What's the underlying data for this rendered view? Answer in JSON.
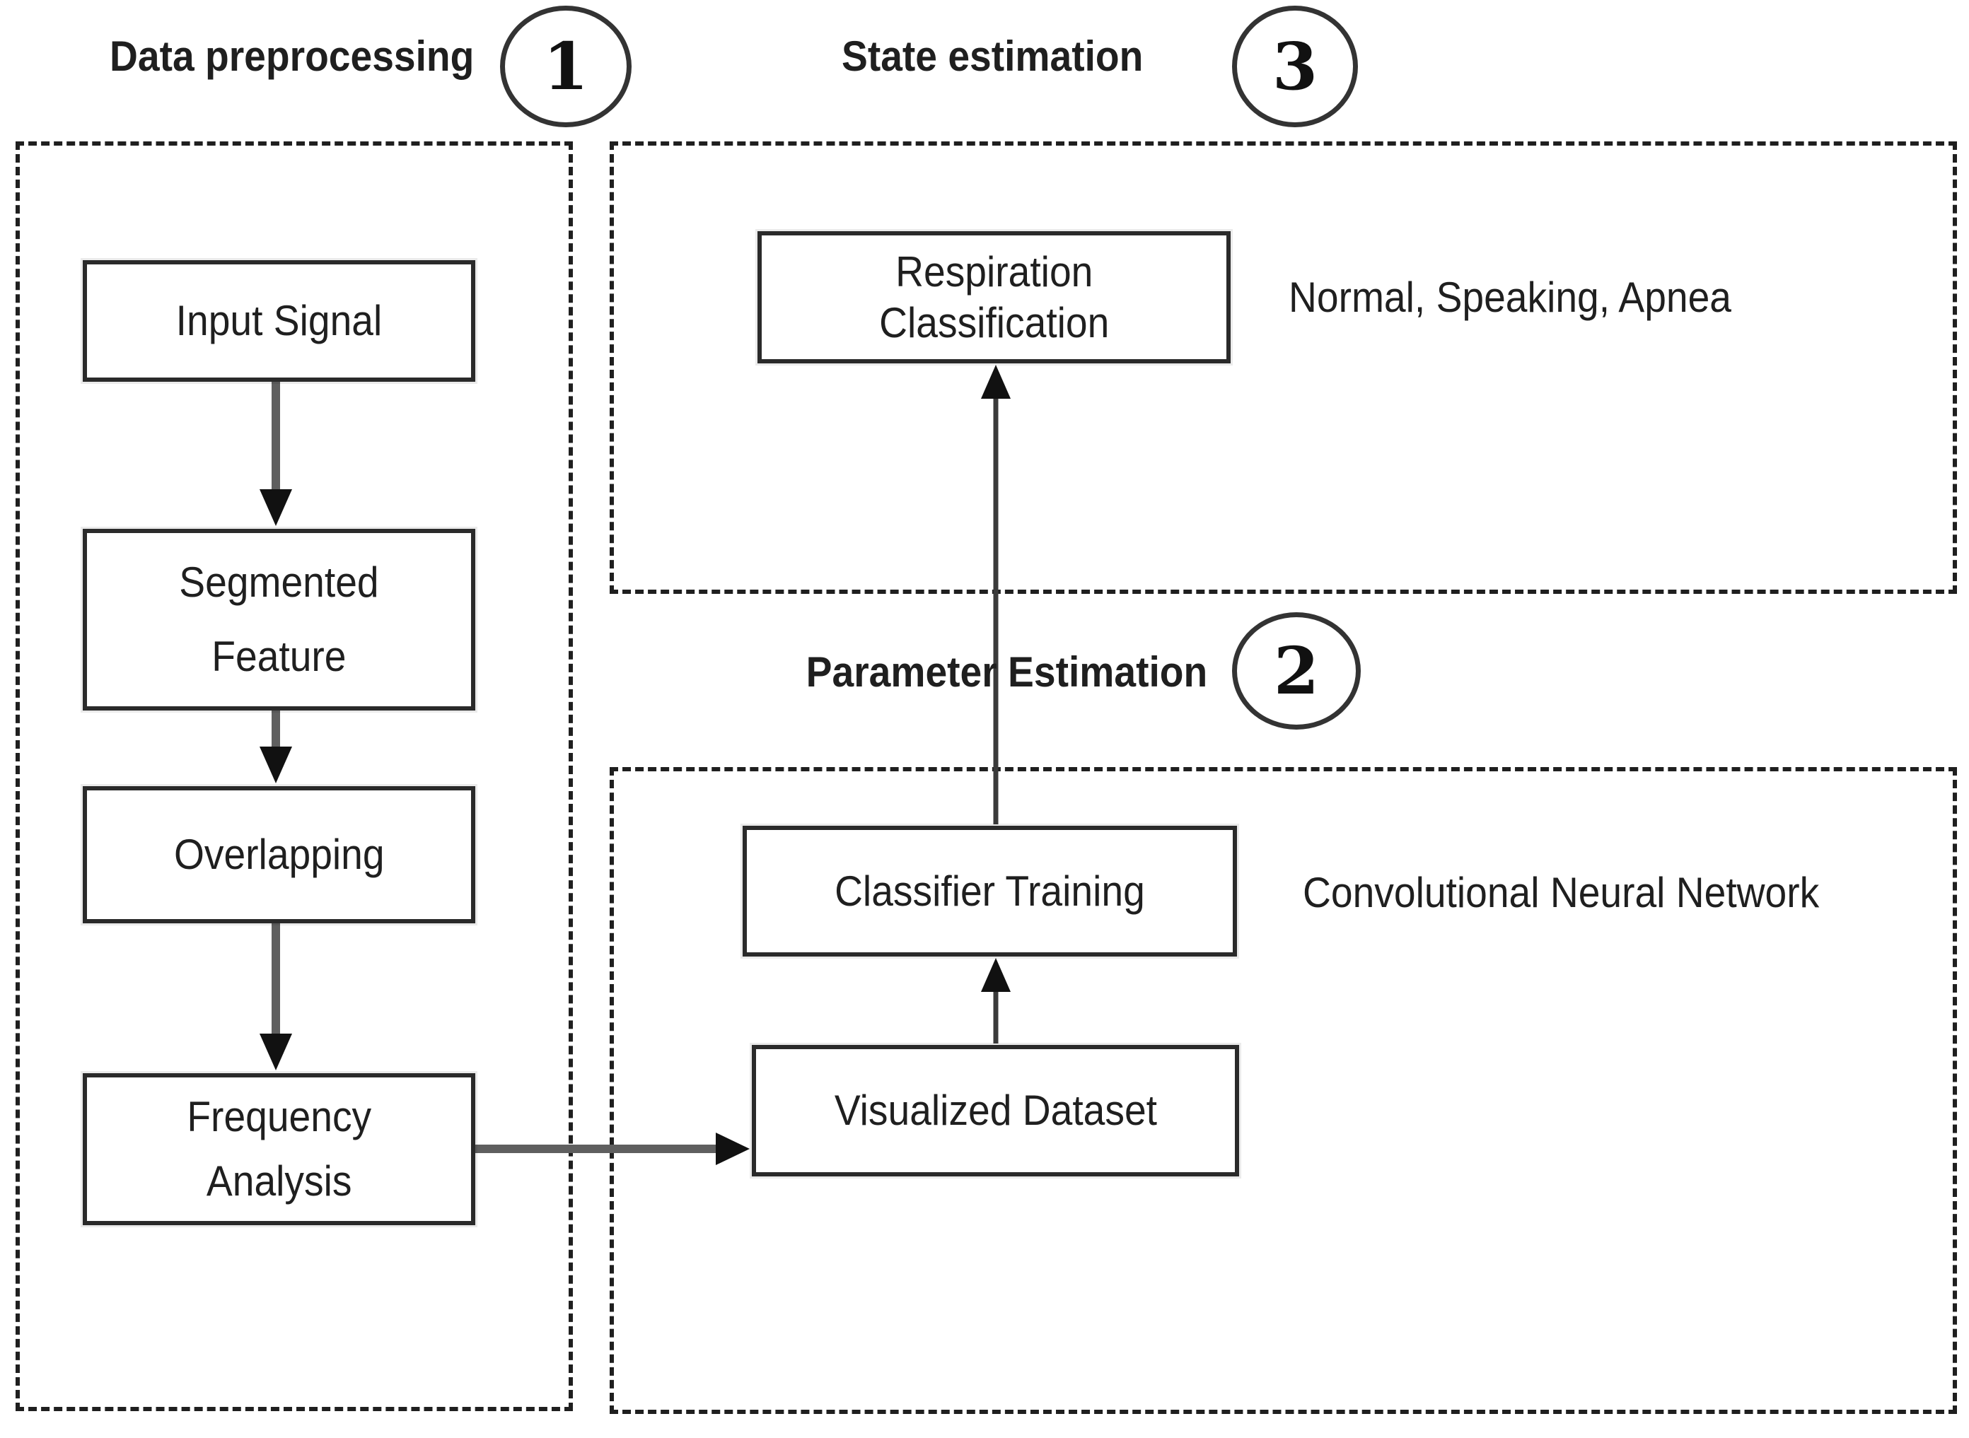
{
  "sections": {
    "preprocessing": {
      "title": "Data preprocessing",
      "step": "1"
    },
    "state_estimation": {
      "title": "State estimation",
      "step": "3"
    },
    "parameter_estimation": {
      "title": "Parameter Estimation",
      "step": "2"
    }
  },
  "nodes": {
    "input_signal": {
      "lines": [
        "Input Signal"
      ]
    },
    "segmented_feature": {
      "lines": [
        "Segmented",
        "Feature"
      ]
    },
    "overlapping": {
      "lines": [
        "Overlapping"
      ]
    },
    "frequency_analysis": {
      "lines": [
        "Frequency",
        "Analysis"
      ]
    },
    "respiration_classification": {
      "lines": [
        "Respiration",
        "Classification"
      ]
    },
    "classifier_training": {
      "lines": [
        "Classifier Training"
      ]
    },
    "visualized_dataset": {
      "lines": [
        "Visualized Dataset"
      ]
    }
  },
  "annotations": {
    "state_labels": "Normal, Speaking, Apnea",
    "cnn_label": "Convolutional Neural Network"
  },
  "colors": {
    "ink": "#1f1f1f",
    "box_border": "#2a2a2a",
    "dashed_border": "#1f1f1f",
    "arrow_line": "#5f5f5f",
    "arrow_head": "#111111",
    "background": "#ffffff"
  }
}
